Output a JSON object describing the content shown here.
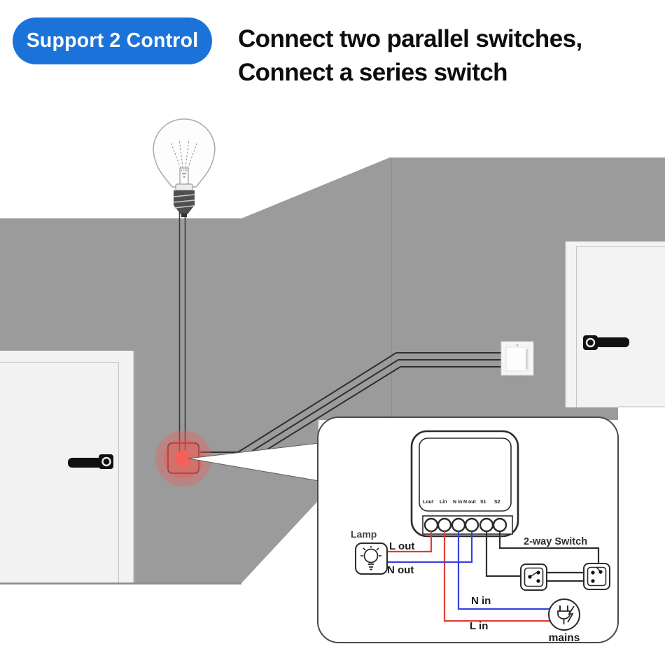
{
  "badge": {
    "label": "Support 2 Control"
  },
  "heading": {
    "line1": "Connect two parallel switches,",
    "line2": "Connect a series switch"
  },
  "diagram": {
    "module_terminals": [
      "Lout",
      "Lin",
      "N in",
      "N out",
      "S1",
      "S2"
    ],
    "labels": {
      "lamp": "Lamp",
      "l_out": "L out",
      "n_out": "N out",
      "n_in": "N in",
      "l_in": "L in",
      "two_way_switch": "2-way Switch",
      "mains": "mains"
    }
  },
  "colors": {
    "badge-bg": "#1b73d9",
    "wall": "#9b9b9b",
    "wire-live": "#e23b33",
    "wire-neutral": "#3742d8",
    "wire-switch": "#2f2f2f",
    "highlight": "#f6605a"
  }
}
